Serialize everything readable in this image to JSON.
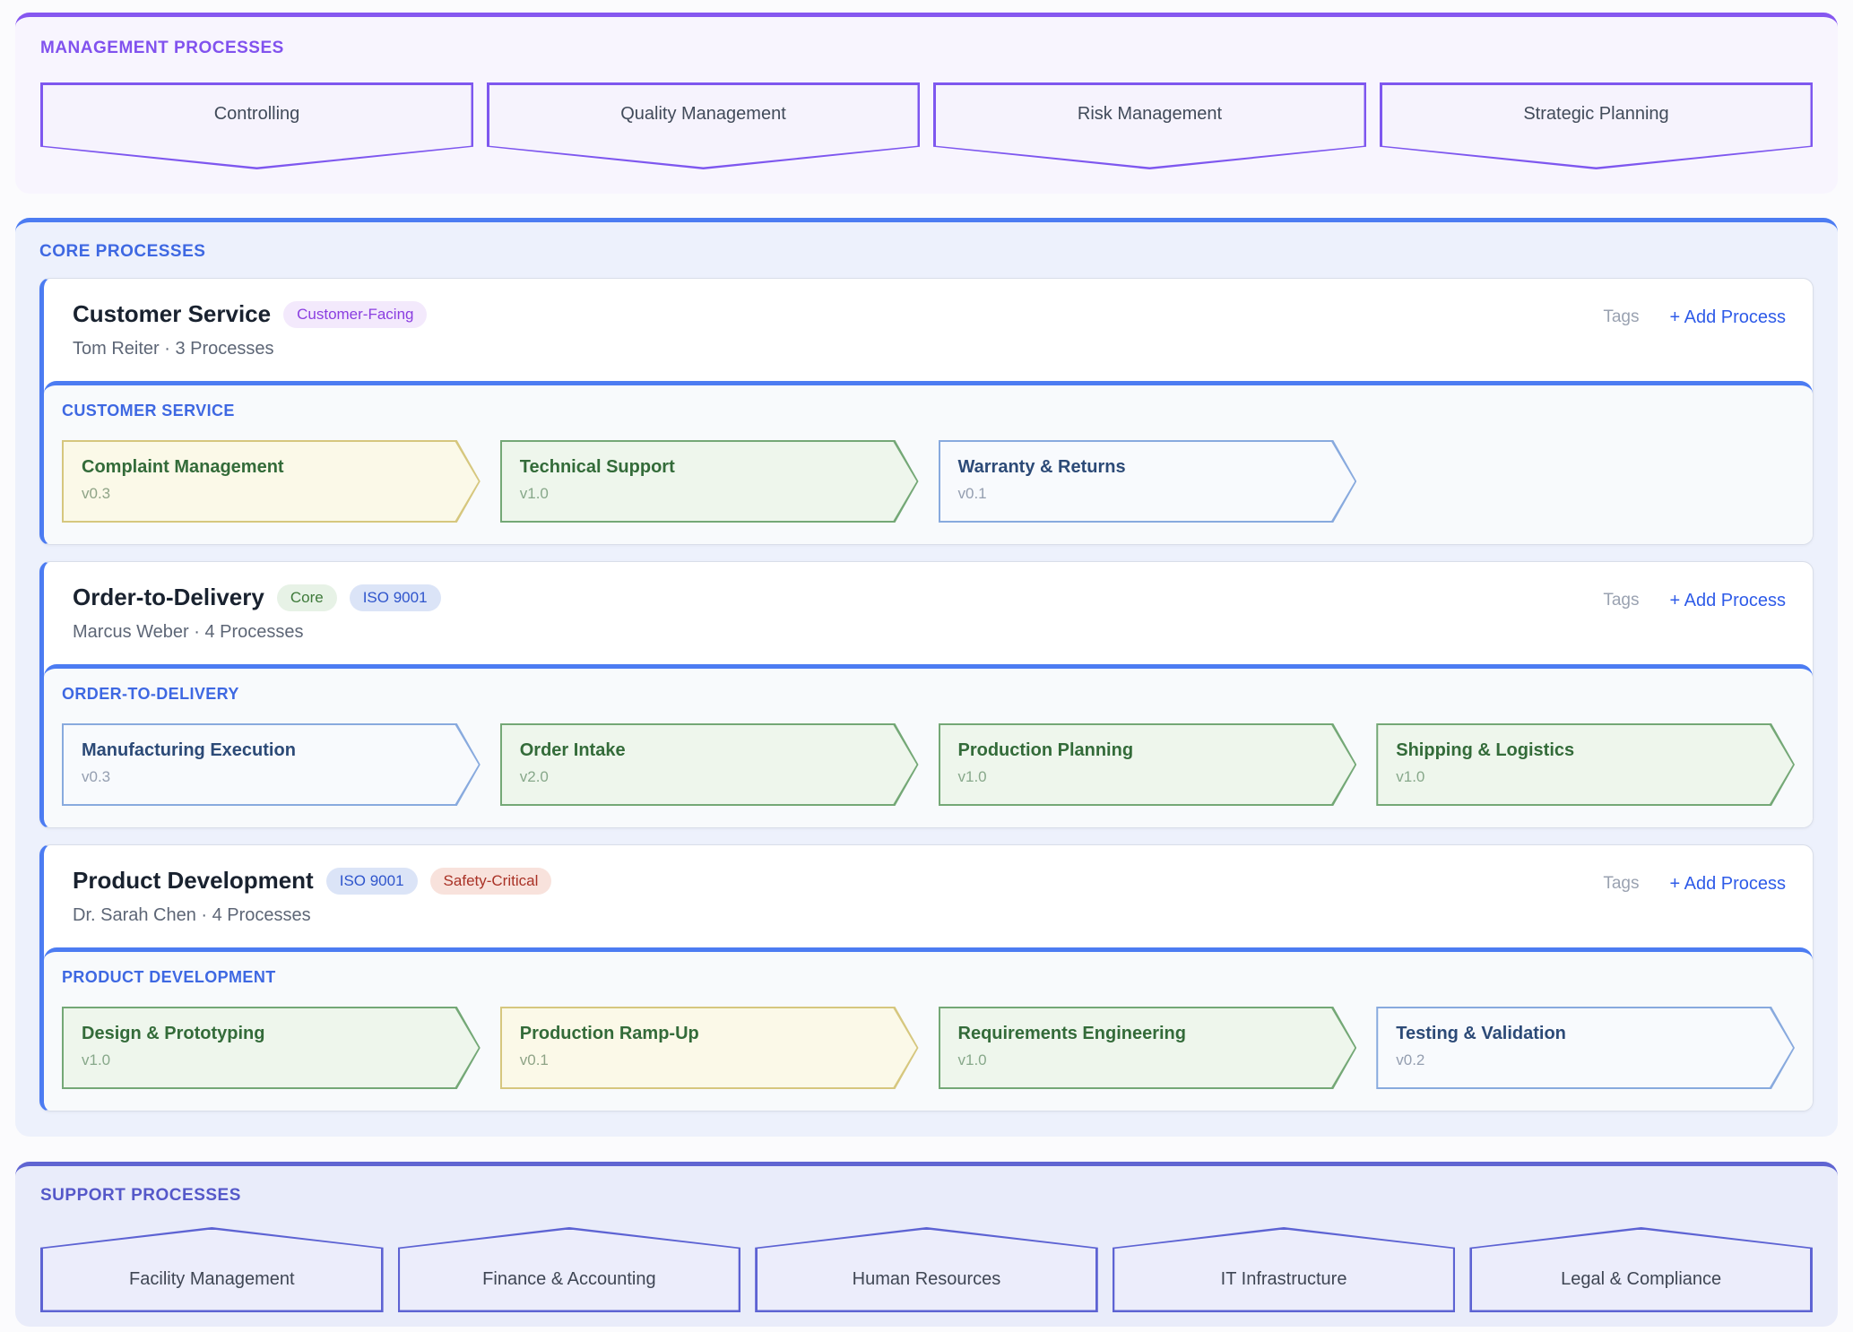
{
  "sections": {
    "management": {
      "label": "MANAGEMENT PROCESSES",
      "items": [
        "Controlling",
        "Quality Management",
        "Risk Management",
        "Strategic Planning"
      ]
    },
    "core": {
      "label": "CORE PROCESSES",
      "groups": [
        {
          "title": "Customer Service",
          "badges": [
            {
              "label": "Customer-Facing",
              "variant": "purple"
            }
          ],
          "owner": "Tom Reiter · 3 Processes",
          "tags_label": "Tags",
          "add_process_label": "+ Add Process",
          "band_label": "CUSTOMER SERVICE",
          "processes": [
            {
              "name": "Complaint Management",
              "version": "v0.3",
              "variant": "yellow"
            },
            {
              "name": "Technical Support",
              "version": "v1.0",
              "variant": "green"
            },
            {
              "name": "Warranty & Returns",
              "version": "v0.1",
              "variant": "blue"
            }
          ]
        },
        {
          "title": "Order-to-Delivery",
          "badges": [
            {
              "label": "Core",
              "variant": "green"
            },
            {
              "label": "ISO 9001",
              "variant": "blue"
            }
          ],
          "owner": "Marcus Weber · 4 Processes",
          "tags_label": "Tags",
          "add_process_label": "+ Add Process",
          "band_label": "ORDER-TO-DELIVERY",
          "processes": [
            {
              "name": "Manufacturing Execution",
              "version": "v0.3",
              "variant": "blue"
            },
            {
              "name": "Order Intake",
              "version": "v2.0",
              "variant": "green"
            },
            {
              "name": "Production Planning",
              "version": "v1.0",
              "variant": "green"
            },
            {
              "name": "Shipping & Logistics",
              "version": "v1.0",
              "variant": "green"
            }
          ]
        },
        {
          "title": "Product Development",
          "badges": [
            {
              "label": "ISO 9001",
              "variant": "blue"
            },
            {
              "label": "Safety-Critical",
              "variant": "red"
            }
          ],
          "owner": "Dr. Sarah Chen · 4 Processes",
          "tags_label": "Tags",
          "add_process_label": "+ Add Process",
          "band_label": "PRODUCT DEVELOPMENT",
          "processes": [
            {
              "name": "Design & Prototyping",
              "version": "v1.0",
              "variant": "green"
            },
            {
              "name": "Production Ramp-Up",
              "version": "v0.1",
              "variant": "yellow"
            },
            {
              "name": "Requirements Engineering",
              "version": "v1.0",
              "variant": "green"
            },
            {
              "name": "Testing & Validation",
              "version": "v0.2",
              "variant": "blue"
            }
          ]
        }
      ]
    },
    "support": {
      "label": "SUPPORT PROCESSES",
      "items": [
        "Facility Management",
        "Finance & Accounting",
        "Human Resources",
        "IT Infrastructure",
        "Legal & Compliance"
      ]
    }
  },
  "colors": {
    "management_accent": "#8657f0",
    "core_accent": "#4c7cf2",
    "support_accent": "#6065d2",
    "add_process_link": "#2e5be8",
    "tags_muted": "#9aa2b1",
    "chevron_green_border": "#74a876",
    "chevron_yellow_border": "#d6c77e",
    "chevron_blue_border": "#88aade",
    "badge_purple_text": "#8a3ee0",
    "badge_green_text": "#3e7a3a",
    "badge_blue_text": "#2f55cc",
    "badge_red_text": "#a93226"
  }
}
